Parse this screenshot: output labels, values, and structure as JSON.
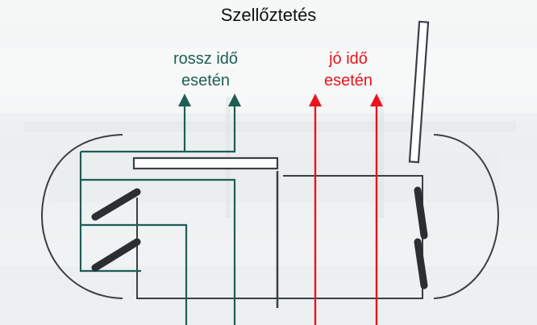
{
  "title": "Szellőztetés",
  "labels": {
    "bad_weather_line1": "rossz idő",
    "bad_weather_line2": "esetén",
    "good_weather_line1": "jó idő",
    "good_weather_line2": "esetén"
  },
  "colors": {
    "bad_weather": "#1e5e55",
    "good_weather": "#e8141e",
    "outline": "#3a3f45",
    "title": "#111111"
  }
}
